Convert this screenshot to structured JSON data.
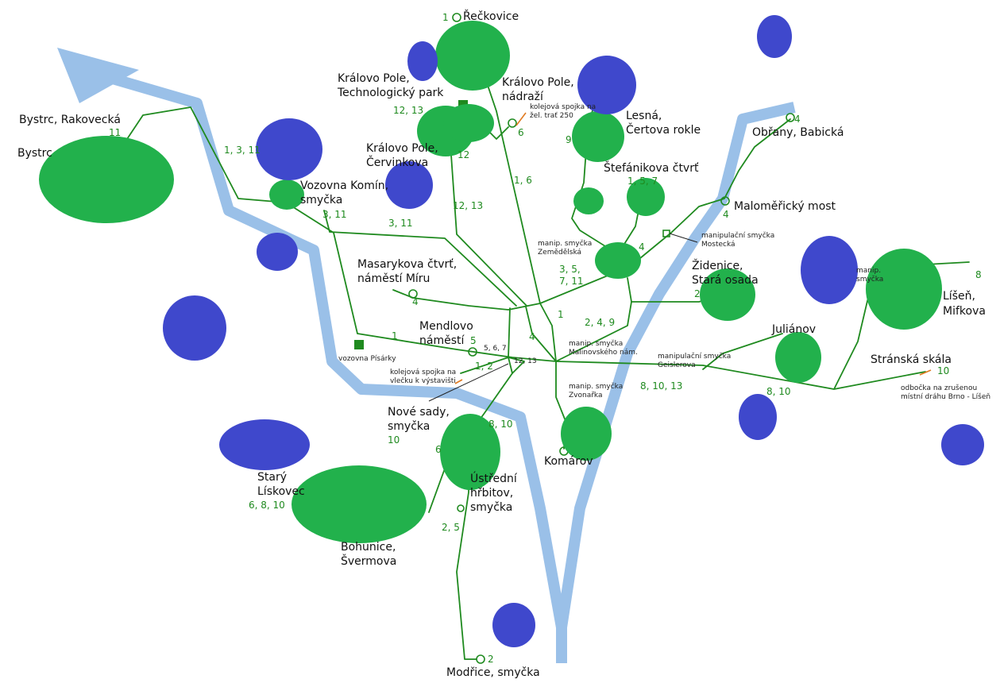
{
  "colors": {
    "river": "#9ac0e8",
    "tram_line": "#1f8a1f",
    "green_marker": "#22b14c",
    "blue_marker": "#3f48cc",
    "spur_line": "#e07a20",
    "text": "#111111"
  },
  "stops": {
    "reckovice": "Řečkovice",
    "kralovo_pole_tp_1": "Královo Pole,",
    "kralovo_pole_tp_2": "Technologický park",
    "kralovo_pole_nadr_1": "Královo Pole,",
    "kralovo_pole_nadr_2": "nádraží",
    "lesna_1": "Lesná,",
    "lesna_2": "Čertova rokle",
    "bystrc_rakovecka": "Bystrc, Rakovecká",
    "bystrc": "Bystrc",
    "kralovo_pole_cerv_1": "Královo Pole,",
    "kralovo_pole_cerv_2": "Červinkova",
    "vozovna_kom_1": "Vozovna Komín,",
    "vozovna_kom_2": "smyčka",
    "obrany": "Obřany, Babická",
    "stefanikova": "Štefánikova čtvrť",
    "malomerice": "Maloměřický most",
    "masarykova_1": "Masarykova čtvrť,",
    "masarykova_2": "náměstí Míru",
    "zidenice_1": "Židenice,",
    "zidenice_2": "Stará osada",
    "mendlovo_1": "Mendlovo",
    "mendlovo_2": "náměstí",
    "juliánov": "Juliánov",
    "lisen_1": "Líšeň,",
    "lisen_2": "Mifkova",
    "stranska": "Stránská skála",
    "nove_sady_1": "Nové sady,",
    "nove_sady_2": "smyčka",
    "komarov": "Komárov",
    "stary_liskovec_1": "Starý",
    "stary_liskovec_2": "Lískovec",
    "ustredni_1": "Ústřední",
    "ustredni_2": "hřbitov,",
    "ustredni_3": "smyčka",
    "bohunice_1": "Bohunice,",
    "bohunice_2": "Švermova",
    "modrice": "Modřice, smyčka"
  },
  "line_labels": {
    "l_1_top": "1",
    "l_12_13_tp": "12, 13",
    "l_6_nadr": "6",
    "l_9": "9",
    "l_11": "11",
    "l_1_3_11": "1, 3, 11",
    "l_12": "12",
    "l_3_11_a": "3, 11",
    "l_3_11_b": "3, 11",
    "l_1_6": "1, 6",
    "l_12_13": "12, 13",
    "l_4_obr": "4",
    "l_5_7": "1, 5, 7",
    "l_4_mal": "4",
    "l_4_zem": "4",
    "l_3_5_a": "3, 5,",
    "l_7_11": "7, 11",
    "l_4_mas": "4",
    "l_2_zid": "2",
    "l_8_lis": "8",
    "l_1_pis": "1",
    "l_5_men": "5",
    "l_5_6_7": "5, 6, 7",
    "l_4_c": "4",
    "l_1_c": "1",
    "l_2_4_9": "2, 4, 9",
    "l_1_2": "1, 2",
    "l_12_13_c": "12, 13",
    "l_8_10_13": "8, 10, 13",
    "l_10_str": "10",
    "l_8_10_jul": "8, 10",
    "l_8_10_ns": "8, 10",
    "l_10_ns": "10",
    "l_6_ust": "6",
    "l_6_8_10": "6, 8, 10",
    "l_2_5": "2, 5",
    "l_2_mod": "2"
  },
  "notes": {
    "spojka_250_1": "kolejová spojka na",
    "spojka_250_2": "žel. trať 250",
    "manip_zem_1": "manip. smyčka",
    "manip_zem_2": "Zemědělská",
    "manip_most_1": "manipulační smyčka",
    "manip_most_2": "Mostecká",
    "manip_mal_1": "manip. smyčka",
    "manip_mal_2": "Malinovského nám.",
    "manip_geis_1": "manipulační smyčka",
    "manip_geis_2": "Geislerova",
    "manip_zvon_1": "manip. smyčka",
    "manip_zvon_2": "Zvonařka",
    "vozovna_pis": "vozovna Písárky",
    "spojka_vys_1": "kolejová spojka na",
    "spojka_vys_2": "vlečku k výstavišti",
    "odbocka_1": "odbočka na zrušenou",
    "odbocka_2": "místní dráhu Brno - Líšeň",
    "manip_lis_1": "manip.",
    "manip_lis_2": "smyčka"
  }
}
